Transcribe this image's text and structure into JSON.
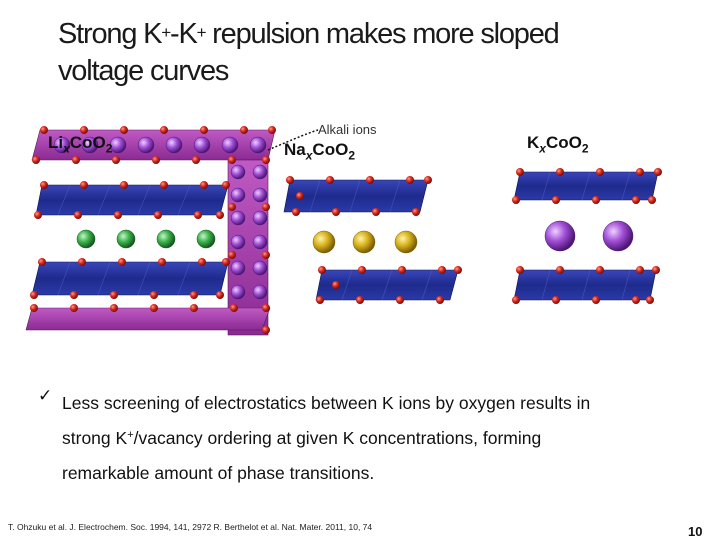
{
  "slide": {
    "title_part1": "Strong K",
    "title_sup1": "+",
    "title_part2": "-K",
    "title_sup2": "+",
    "title_part3": " repulsion makes more sloped",
    "title_line2": "voltage curves"
  },
  "figure": {
    "li_label": {
      "el": "Li",
      "x": "x",
      "rest": "Co",
      "o": "O",
      "sub2": "2"
    },
    "na_label": {
      "el": "Na",
      "x": "x",
      "rest": "Co",
      "o": "O",
      "sub2": "2"
    },
    "k_label": {
      "el": "K",
      "x": "x",
      "rest": "Co",
      "o": "O",
      "sub2": "2"
    },
    "alkali_label": "Alkali ions",
    "colors": {
      "octahedra": "#1e2a8c",
      "prism": "#9b2fa0",
      "oxygen": "#d42a1f",
      "li": "#3bb24a",
      "na": "#d7b21d",
      "k": "#a14fd6"
    }
  },
  "bullet": {
    "mark": "✓",
    "line1": "Less screening of electrostatics between K ions by oxygen results in",
    "line2_a": "strong K",
    "line2_sup": "+",
    "line2_b": "/vacancy ordering at given K concentrations, forming",
    "line3": "remarkable amount of phase transitions."
  },
  "references": "T. Ohzuku et al. J. Electrochem. Soc. 1994, 141, 2972  R. Berthelot et al. Nat. Mater. 2011, 10, 74",
  "page_number": "10"
}
